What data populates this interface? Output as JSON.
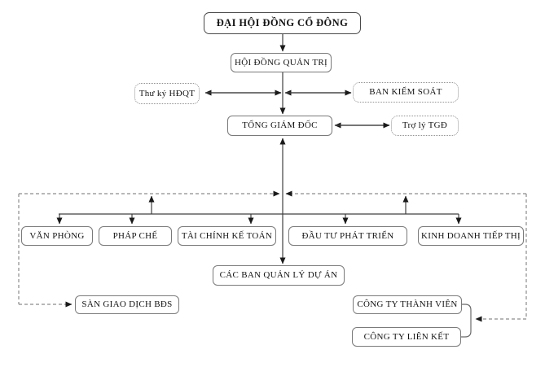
{
  "diagram": {
    "type": "org-chart",
    "language": "vi",
    "nodes": {
      "shareholders_meeting": {
        "label": "ĐẠI HỘI ĐỒNG CỔ ĐÔNG",
        "style": "solid-bold"
      },
      "board_of_directors": {
        "label": "HỘI ĐỒNG QUẢN TRỊ",
        "style": "solid"
      },
      "board_secretary": {
        "label": "Thư ký HĐQT",
        "style": "dotted"
      },
      "supervisory_board": {
        "label": "BAN KIỂM SOÁT",
        "style": "dotted"
      },
      "general_director": {
        "label": "TỔNG GIÁM ĐỐC",
        "style": "solid"
      },
      "gd_assistant": {
        "label": "Trợ lý TGĐ",
        "style": "dotted"
      },
      "office": {
        "label": "VĂN PHÒNG",
        "style": "solid"
      },
      "legal": {
        "label": "PHÁP CHẾ",
        "style": "solid"
      },
      "finance_accounting": {
        "label": "TÀI CHÍNH KẾ TOÁN",
        "style": "solid"
      },
      "investment_development": {
        "label": "ĐẦU TƯ PHÁT TRIỂN",
        "style": "solid"
      },
      "business_marketing": {
        "label": "KINH DOANH TIẾP THỊ",
        "style": "solid"
      },
      "project_management_boards": {
        "label": "CÁC BAN QUẢN LÝ DỰ ÁN",
        "style": "solid"
      },
      "real_estate_exchange": {
        "label": "SÀN GIAO DỊCH BĐS",
        "style": "solid"
      },
      "member_companies": {
        "label": "CÔNG TY THÀNH VIÊN",
        "style": "solid"
      },
      "associated_companies": {
        "label": "CÔNG TY LIÊN KẾT",
        "style": "solid"
      }
    },
    "colors": {
      "background": "#ffffff",
      "solid_line": "#404040",
      "dashed_line": "#8c8c8c",
      "box_border": "#7a7a7a",
      "arrowhead": "#1a1a1a",
      "text": "#141414"
    }
  }
}
